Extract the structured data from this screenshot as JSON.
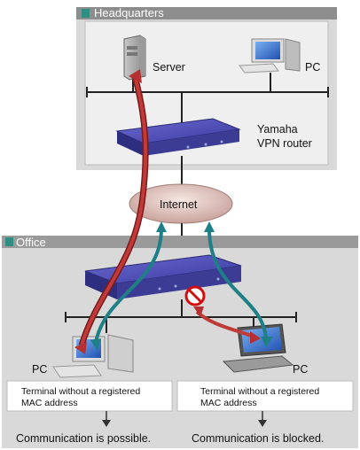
{
  "headquarters": {
    "title": "Headquarters",
    "server_label": "Server",
    "pc_label": "PC",
    "router_label_line1": "Yamaha",
    "router_label_line2": "VPN router"
  },
  "internet_label": "Internet",
  "office": {
    "title": "Office",
    "pc_left_label": "PC",
    "pc_right_label": "PC",
    "left_note_line1": "Terminal without a registered",
    "left_note_line2": "MAC address",
    "right_note_line1": "Terminal without a registered",
    "right_note_line2": "MAC address",
    "left_result": "Communication is possible.",
    "right_result": "Communication is blocked."
  },
  "colors": {
    "panel_bg": "#d7d7d7",
    "panel_inner": "#e6e6e6",
    "header_bar": "#8a8a8a",
    "header_accent": "#2f8f82",
    "router_body": "#3a3a9a",
    "red_path": "#b53030",
    "teal_path": "#1f7f86",
    "blocked_icon": "#d01010"
  },
  "icons": [
    "server-icon",
    "desktop-pc-icon",
    "vpn-router-icon",
    "cloud-icon",
    "laptop-icon",
    "blocked-icon",
    "down-arrow-icon"
  ]
}
